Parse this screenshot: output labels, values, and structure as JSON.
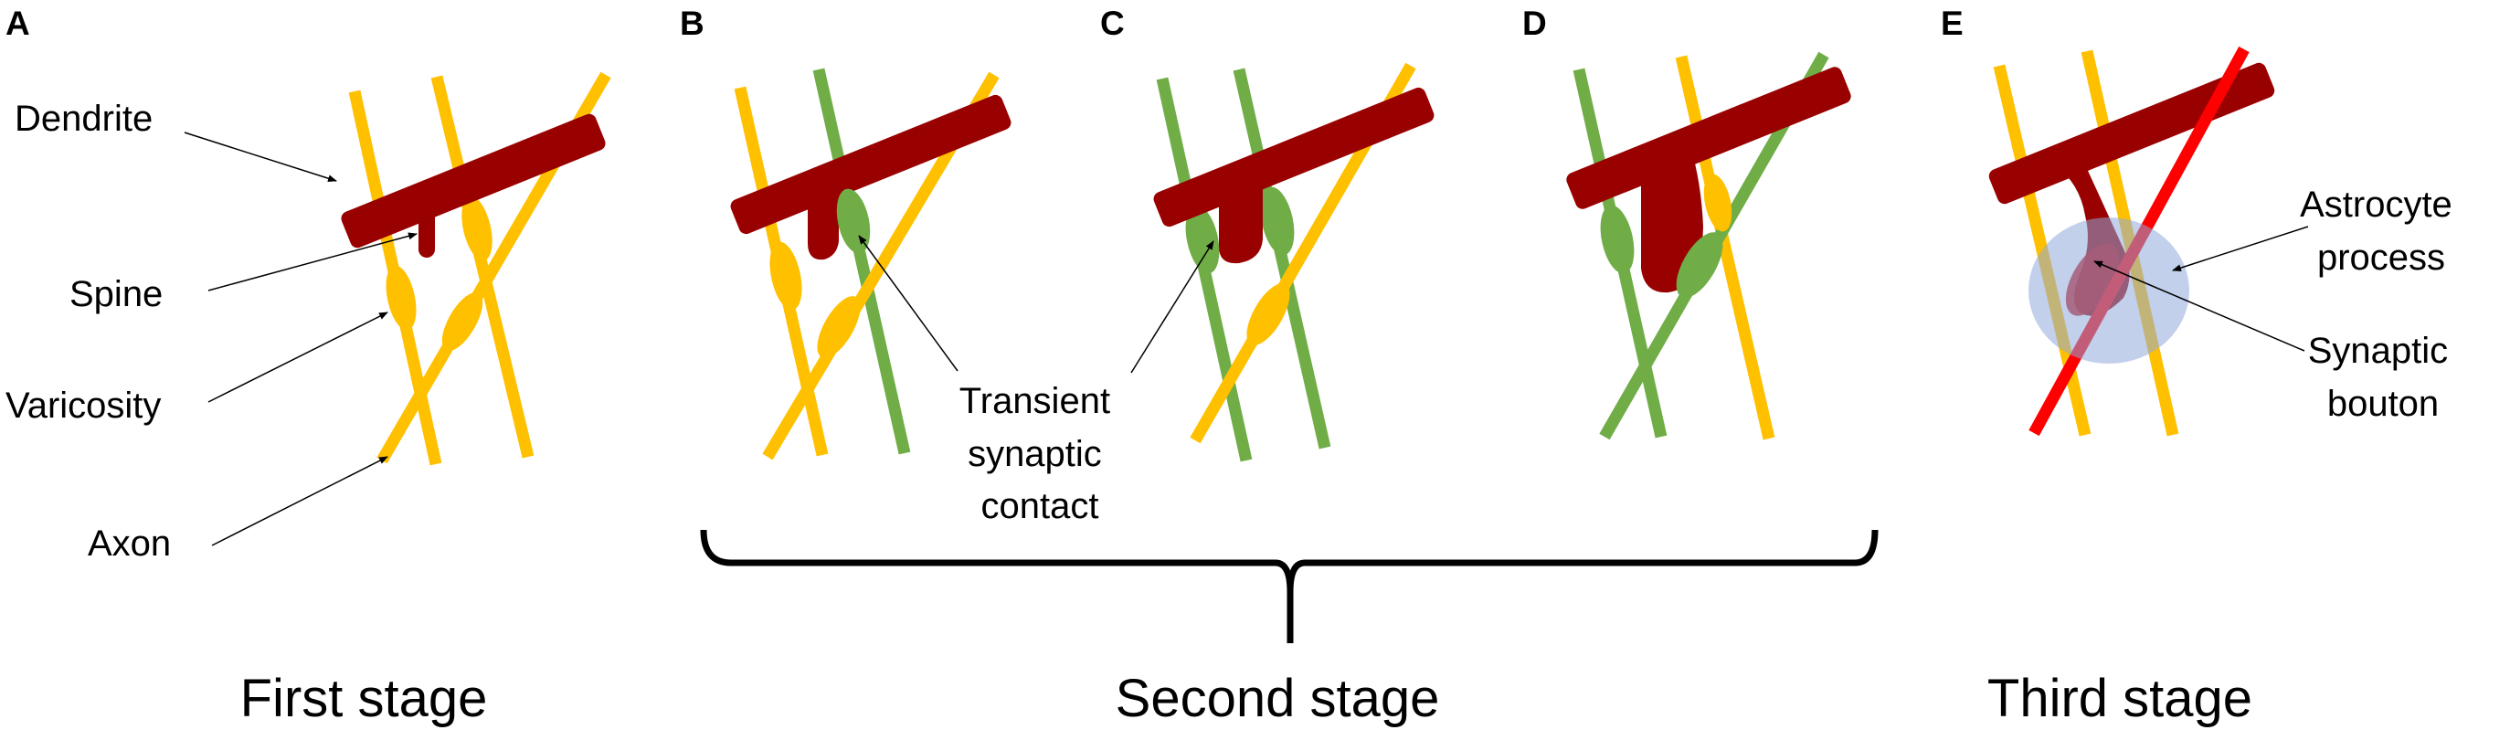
{
  "panels": {
    "a": {
      "letter": "A"
    },
    "b": {
      "letter": "B"
    },
    "c": {
      "letter": "C"
    },
    "d": {
      "letter": "D"
    },
    "e": {
      "letter": "E"
    }
  },
  "labels": {
    "dendrite": "Dendrite",
    "spine": "Spine",
    "varicosity": "Varicosity",
    "axon": "Axon",
    "transient_contact": [
      "Transient",
      "synaptic",
      "contact"
    ],
    "astrocyte_process": [
      "Astrocyte",
      "process"
    ],
    "synaptic_bouton": [
      "Synaptic",
      "bouton"
    ]
  },
  "stages": {
    "first": "First stage",
    "second": "Second stage",
    "third": "Third stage"
  },
  "colors": {
    "dendrite": "#990000",
    "axon_yellow": "#FFC000",
    "axon_green": "#70AD47",
    "axon_red": "#FF0000",
    "astrocyte": "#8FAADC",
    "bouton": "#C00000",
    "bracket": "#000000"
  }
}
